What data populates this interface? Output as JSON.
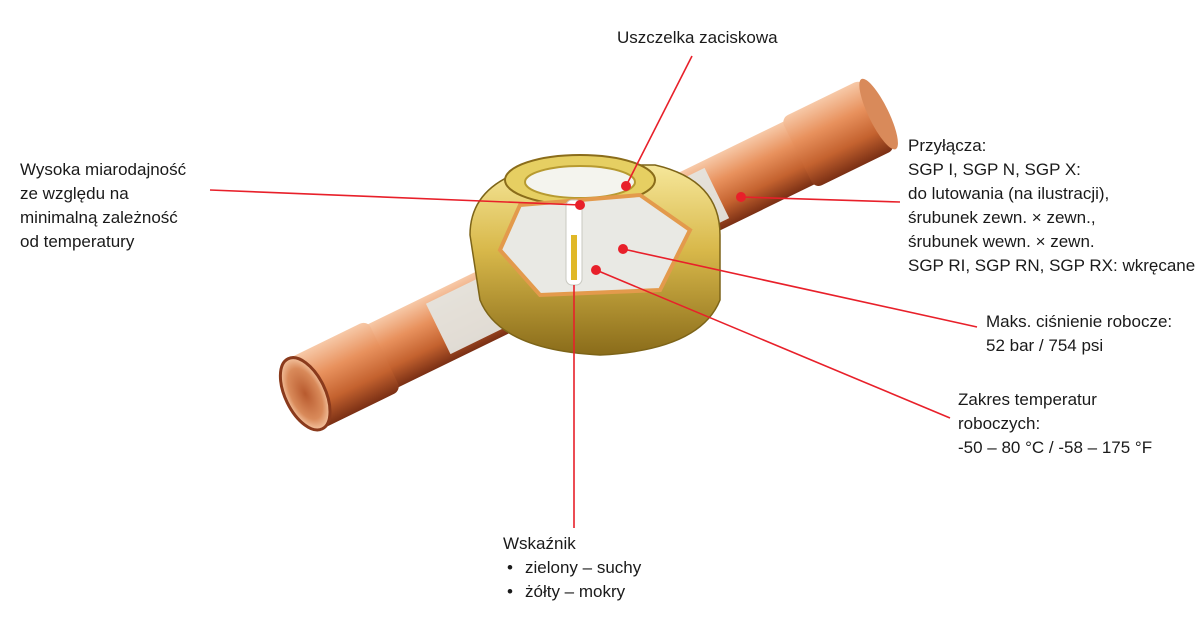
{
  "labels": {
    "gasket": "Uszczelka zaciskowa",
    "accuracy": [
      "Wysoka miarodajność",
      "ze względu na",
      "minimalną zależność",
      "od temperatury"
    ],
    "connections": [
      "Przyłącza:",
      "SGP I, SGP N, SGP X:",
      "do lutowania (na ilustracji),",
      "śrubunek zewn. × zewn.,",
      "śrubunek wewn. × zewn.",
      "SGP RI, SGP RN, SGP RX: wkręcane"
    ],
    "pressure": [
      "Maks. ciśnienie robocze:",
      "52 bar / 754 psi"
    ],
    "temperature": [
      "Zakres temperatur",
      "roboczych:",
      "-50 – 80 °C / -58 – 175 °F"
    ],
    "indicator": {
      "title": "Wskaźnik",
      "items": [
        "zielony – suchy",
        "żółty – mokry"
      ]
    }
  },
  "colors": {
    "leader": "#e8202a",
    "copper_light": "#f2b58e",
    "copper_mid": "#d97c4a",
    "copper_dark": "#8a3a1c",
    "brass_light": "#f0dc7a",
    "brass_mid": "#c9a83a",
    "brass_dark": "#7d6418",
    "cutaway": "#e9e9e4",
    "cut_edge": "#e39a4c"
  }
}
